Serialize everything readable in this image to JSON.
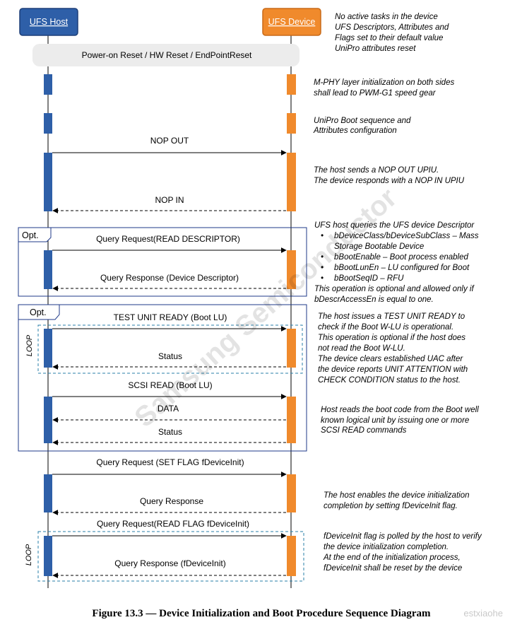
{
  "participants": {
    "host": "UFS Host",
    "device": "UFS Device"
  },
  "banner": "Power-on Reset / HW Reset / EndPointReset",
  "messages": {
    "nop_out": "NOP OUT",
    "nop_in": "NOP IN",
    "query_request_read_descriptor": "Query Request(READ DESCRIPTOR)",
    "query_response_device_descriptor": "Query Response (Device Descriptor)",
    "test_unit_ready": "TEST UNIT READY (Boot LU)",
    "status_1": "Status",
    "scsi_read": "SCSI READ (Boot LU)",
    "data": "DATA",
    "status_2": "Status",
    "query_request_set_flag": "Query Request (SET FLAG fDeviceInit)",
    "query_response": "Query Response",
    "query_request_read_flag": "Query Request(READ FLAG fDeviceInit)",
    "query_response_fdeviceinit": "Query Response (fDeviceInit)"
  },
  "frames": {
    "opt_1": "Opt.",
    "opt_2": "Opt.",
    "loop_1": "LOOP",
    "loop_2": "LOOP"
  },
  "notes": {
    "n1": [
      "No active tasks in the device",
      "UFS Descriptors, Attributes and",
      "Flags set to their default value",
      "UniPro attributes reset"
    ],
    "n2": [
      "M-PHY layer initialization on both sides",
      "shall lead to PWM-G1 speed gear"
    ],
    "n3": [
      "UniPro Boot sequence and",
      "Attributes configuration"
    ],
    "n4": [
      "The host sends a NOP OUT UPIU.",
      "The device responds with a NOP IN UPIU"
    ],
    "n5_intro": "UFS host queries the UFS device Descriptor",
    "n5_bullets": [
      "bDeviceClass/bDeviceSubClass – Mass",
      "Storage Bootable Device",
      "bBootEnable – Boot process enabled",
      "bBootLunEn – LU configured for Boot",
      "bBootSeqID – RFU"
    ],
    "n5_outro": [
      "This operation is optional and allowed only if",
      "bDescrAccessEn is equal to one."
    ],
    "n6": [
      "The host issues a TEST UNIT READY to",
      "check if the Boot W-LU is operational.",
      "This operation is optional if the host does",
      "not read the Boot W-LU.",
      "The device clears established UAC after",
      "the device reports UNIT ATTENTION with",
      "CHECK CONDITION status to the host."
    ],
    "n7": [
      "Host reads the boot code from the Boot well",
      "known logical unit by issuing one or more",
      "SCSI READ commands"
    ],
    "n8": [
      "The host enables the device initialization",
      "completion by setting fDeviceInit flag."
    ],
    "n9": [
      "fDeviceInit flag is polled by the host to verify",
      "the device initialization completion.",
      "At the end of the initialization process,",
      "fDeviceInit shall be reset by the device"
    ]
  },
  "caption": "Figure 13.3 — Device Initialization and Boot Procedure Sequence Diagram",
  "watermark": "Samsung Semiconductor",
  "watermark_corner": "estxiaohe",
  "colors": {
    "host": "#2e5fa8",
    "host_border": "#1d3f78",
    "device": "#f08a2c",
    "device_border": "#c86a18",
    "frame_opt": "#1f3a8a",
    "frame_loop": "#2a7fa8",
    "banner_bg": "#ececec"
  }
}
